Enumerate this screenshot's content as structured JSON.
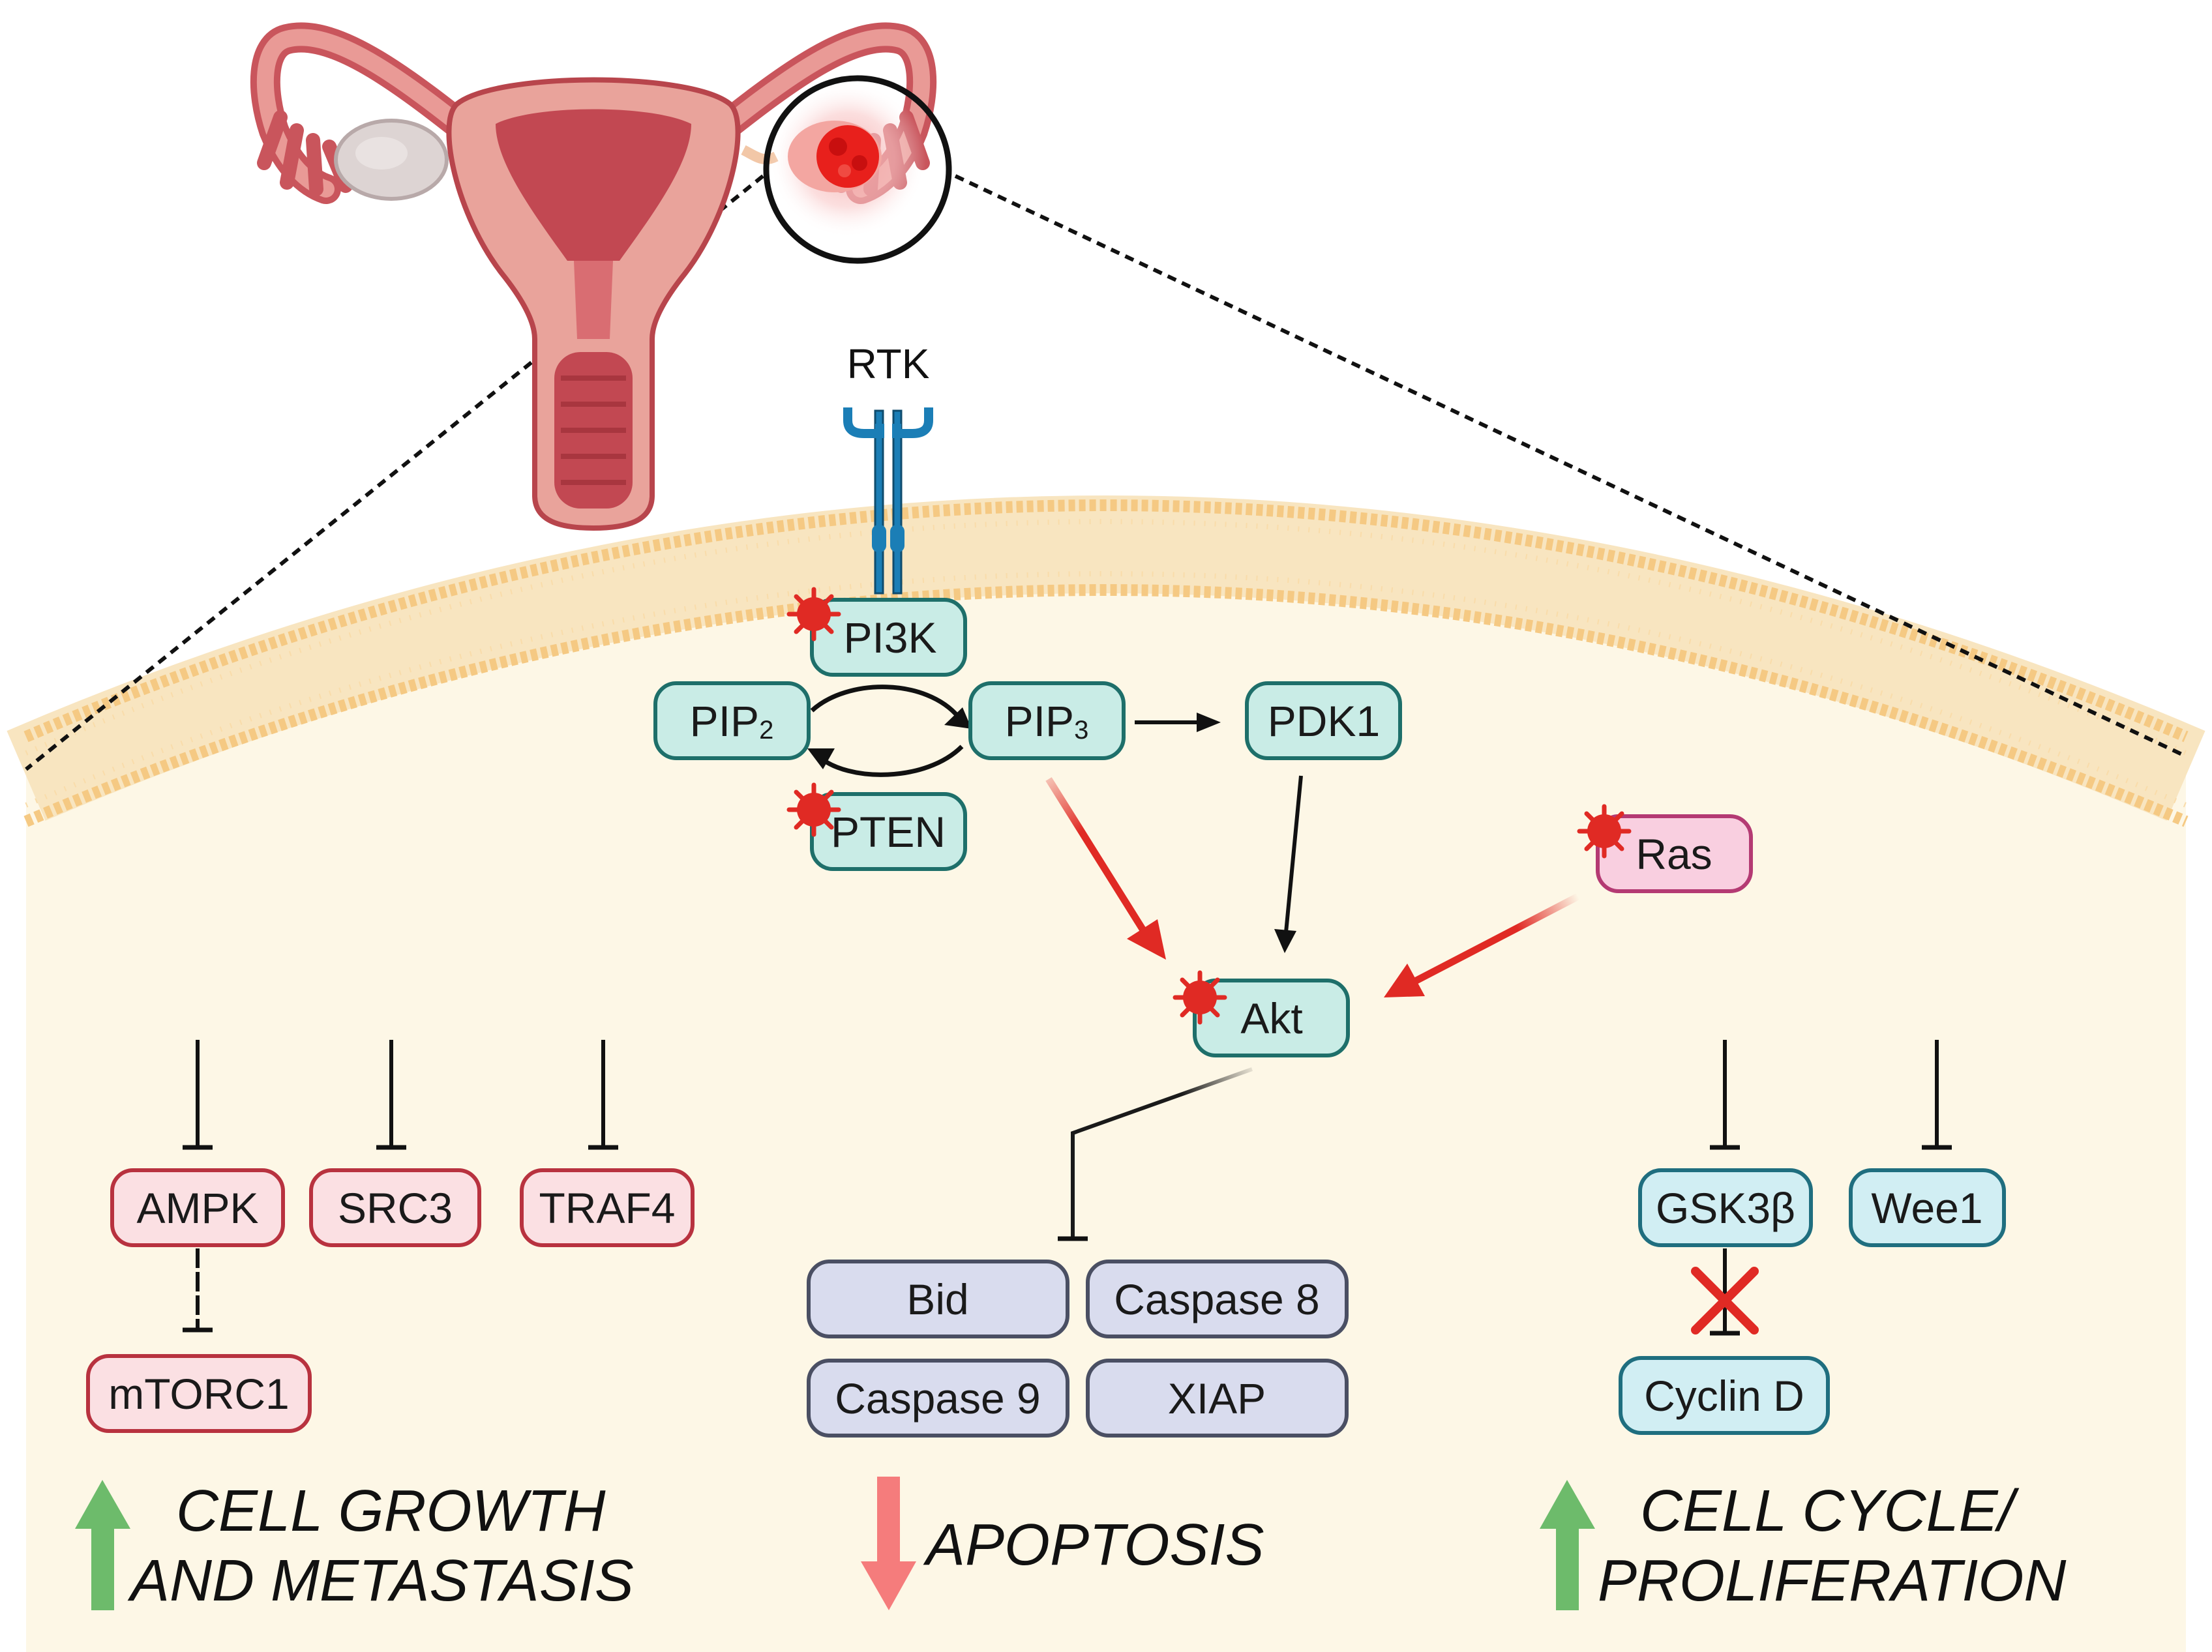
{
  "colors": {
    "cell_fill": "#fdf7e6",
    "membrane": "#f7d9a6",
    "teal_fill": "#c9ece6",
    "teal_stroke": "#1e6f6a",
    "pink_fill": "#fbe0e3",
    "pink_stroke": "#b8323f",
    "ras_fill": "#f9cfe0",
    "ras_stroke": "#b43a73",
    "lavender_fill": "#d9dcee",
    "lavender_stroke": "#4a4f63",
    "cyan_fill": "#d1eef3",
    "cyan_stroke": "#1f6e7f",
    "red_arrow": "#e02a24",
    "green_arrow": "#6dbb6b",
    "salmon_arrow": "#f57c7c"
  },
  "receptor": {
    "label": "RTK"
  },
  "nodes": {
    "pi3k": "PI3K",
    "pip2_base": "PIP",
    "pip2_sub": "2",
    "pip3_base": "PIP",
    "pip3_sub": "3",
    "pdk1": "PDK1",
    "pten": "PTEN",
    "ras": "Ras",
    "akt": "Akt",
    "ampk": "AMPK",
    "src3": "SRC3",
    "traf4": "TRAF4",
    "mtorc1": "mTORC1",
    "bid": "Bid",
    "caspase8": "Caspase 8",
    "caspase9": "Caspase 9",
    "xiap": "XIAP",
    "gsk3b": "GSK3β",
    "wee1": "Wee1",
    "cyclind": "Cyclin D"
  },
  "outcomes": {
    "growth": {
      "line1": "CELL GROWTH",
      "line2": "AND METASTASIS",
      "direction": "up"
    },
    "apoptosis": {
      "line1": "APOPTOSIS",
      "direction": "down"
    },
    "cycle": {
      "line1": "CELL CYCLE/",
      "line2": "PROLIFERATION",
      "direction": "up"
    }
  }
}
